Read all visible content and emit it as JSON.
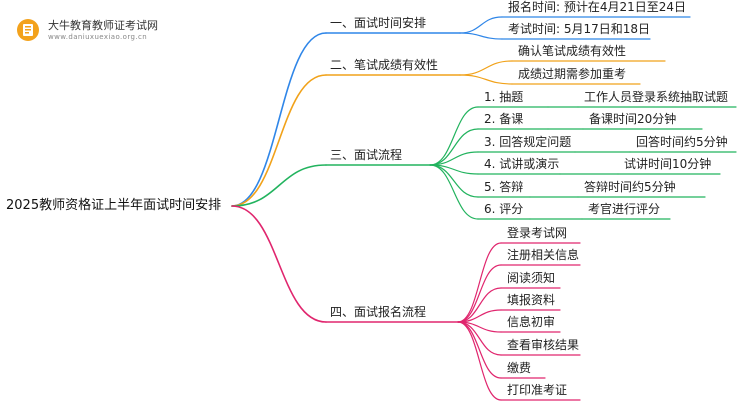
{
  "brand": {
    "title": "大牛教育教师证考试网",
    "url": "www.daniuxuexiao.org.cn",
    "icon": "book-badge-icon"
  },
  "mindmap": {
    "root": "2025教师资格证上半年面试时间安排",
    "branches": [
      {
        "label": "一、面试时间安排",
        "color": "#2f86e8",
        "children": [
          "报名时间: 预计在4月21日至24日",
          "考试时间: 5月17日和18日"
        ]
      },
      {
        "label": "二、笔试成绩有效性",
        "color": "#f1a21a",
        "children": [
          "确认笔试成绩有效性",
          "成绩过期需参加重考"
        ]
      },
      {
        "label": "三、面试流程",
        "color": "#22b35e",
        "children": [
          {
            "label": "1. 抽题",
            "detail": "工作人员登录系统抽取试题"
          },
          {
            "label": "2. 备课",
            "detail": "备课时间20分钟"
          },
          {
            "label": "3. 回答规定问题",
            "detail": "回答时间约5分钟"
          },
          {
            "label": "4. 试讲或演示",
            "detail": "试讲时间10分钟"
          },
          {
            "label": "5. 答辩",
            "detail": "答辩时间约5分钟"
          },
          {
            "label": "6. 评分",
            "detail": "考官进行评分"
          }
        ]
      },
      {
        "label": "四、面试报名流程",
        "color": "#e0266e",
        "children": [
          "登录考试网",
          "注册相关信息",
          "阅读须知",
          "填报资料",
          "信息初审",
          "查看审核结果",
          "缴费",
          "打印准考证"
        ]
      }
    ]
  }
}
